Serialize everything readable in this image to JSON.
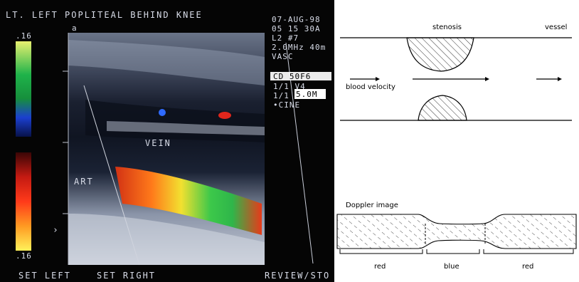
{
  "ultrasound": {
    "header": "LT. LEFT POPLITEAL BEHIND KNEE",
    "marker": "a",
    "info_lines": [
      "07-AUG-98",
      "05 15 30A",
      "L2    #7",
      "2.0MHz  40m",
      "VASC"
    ],
    "cd_line": "CD   50F6",
    "settings_lines": [
      "1/1 V4",
      "1/1",
      "•CINE"
    ],
    "box_value": "5.0M",
    "scale_top": ".16",
    "scale_bottom": ".16",
    "vein_label": "VEIN",
    "artery_label": "ART",
    "caret": "›",
    "footer_left": "SET LEFT",
    "footer_mid": "SET RIGHT",
    "footer_right": "REVIEW/STO"
  },
  "diagram": {
    "stenosis_label": "stenosis",
    "vessel_label": "vessel",
    "velocity_label": "blood velocity",
    "doppler_label": "Doppler image",
    "segment_labels": [
      "red",
      "blue",
      "red"
    ]
  },
  "colors": {
    "doppler_red": "#e0261c",
    "doppler_blue": "#2f6bff",
    "screen_text": "#d8dce8",
    "ink": "#000000"
  }
}
